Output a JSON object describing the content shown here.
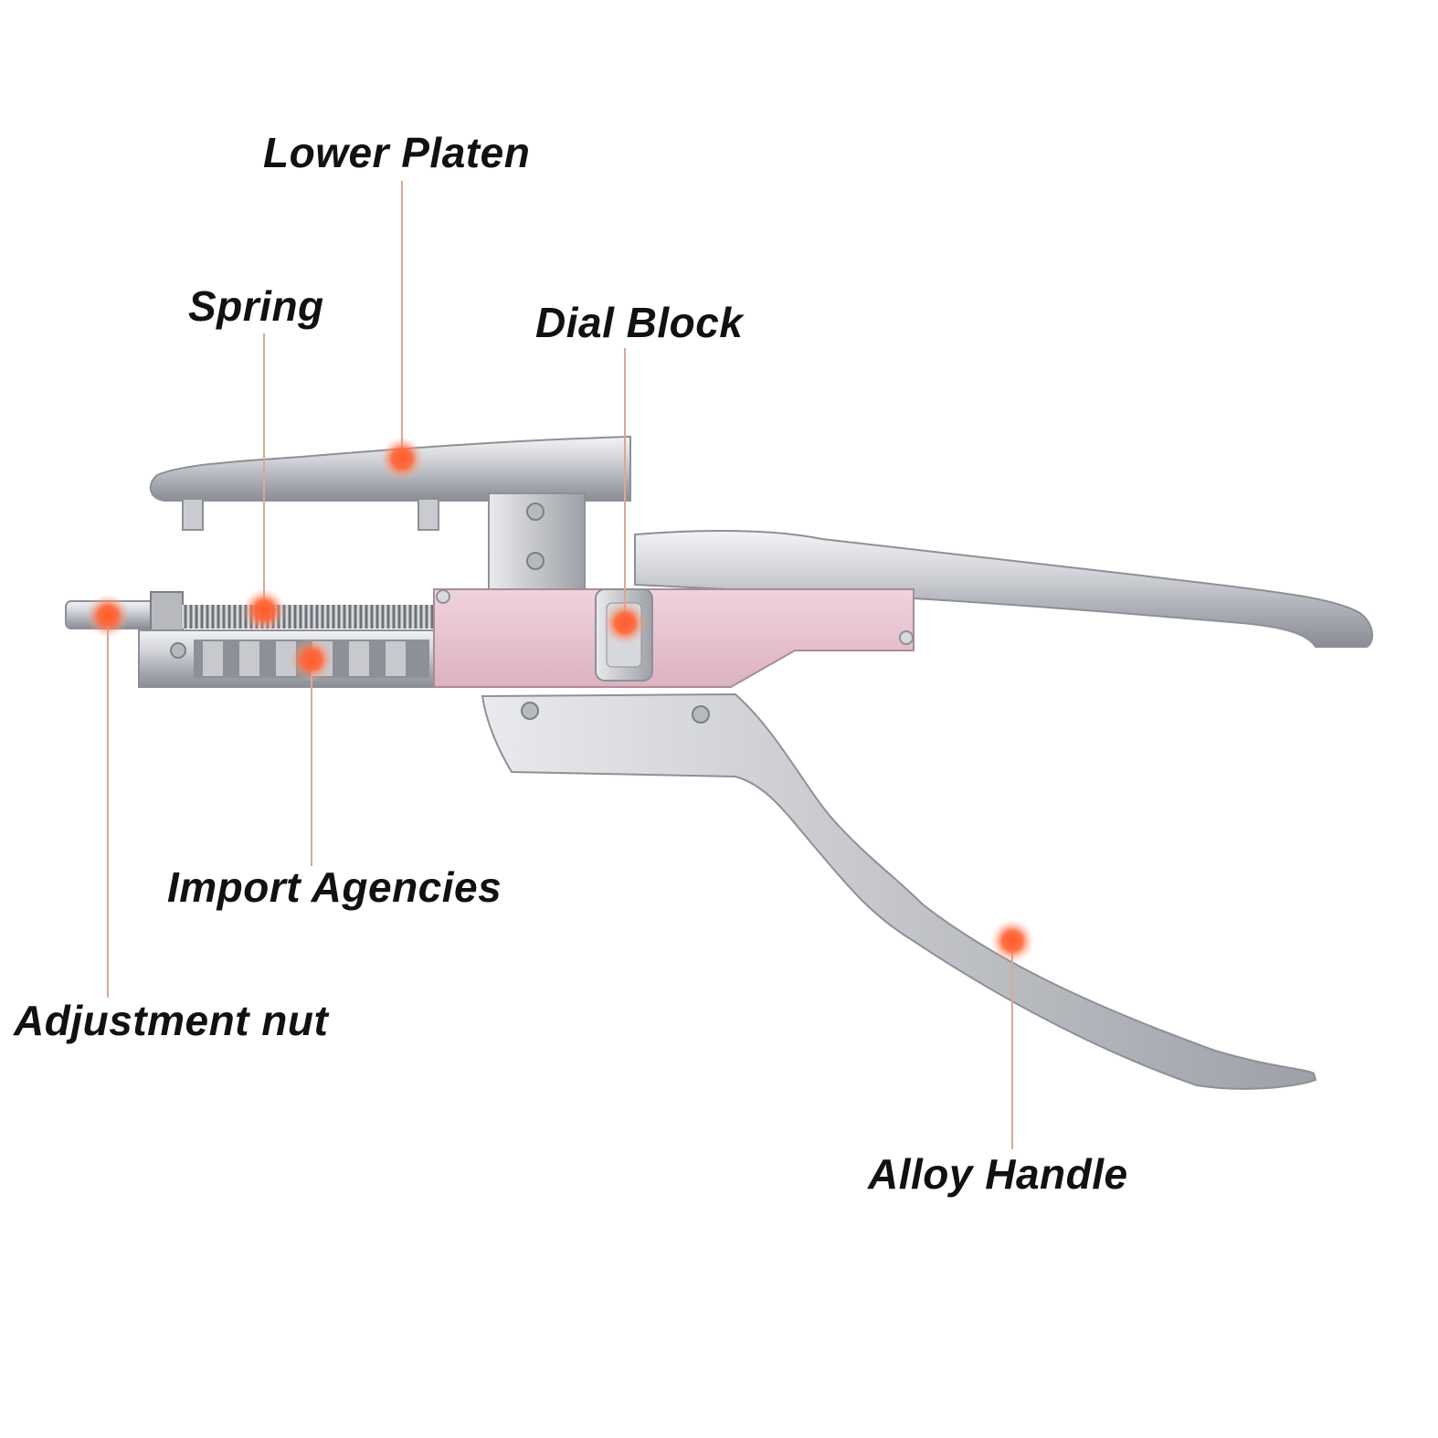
{
  "labels": {
    "lower_platen": "Lower Platen",
    "spring": "Spring",
    "dial_block": "Dial Block",
    "import_agencies": "Import Agencies",
    "adjustment_nut": "Adjustment nut",
    "alloy_handle": "Alloy Handle"
  },
  "colors": {
    "marker": "#ff5a2a",
    "leader_line": "#d9a896",
    "metal": "#c4c6cb",
    "pink_panel": "#e7c3cf",
    "text": "#111111"
  }
}
